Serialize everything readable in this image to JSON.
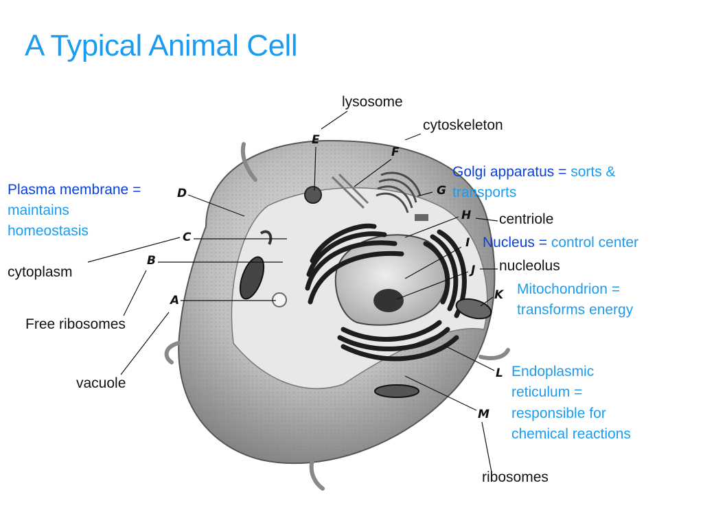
{
  "title": "A Typical Animal Cell",
  "letters": {
    "A": "A",
    "B": "B",
    "C": "C",
    "D": "D",
    "E": "E",
    "F": "F",
    "G": "G",
    "H": "H",
    "I": "I",
    "J": "J",
    "K": "K",
    "L": "L",
    "M": "M"
  },
  "labels": {
    "lysosome": "lysosome",
    "cytoskeleton": "cytoskeleton",
    "golgi_term": "Golgi apparatus =",
    "golgi_def_1": "sorts &",
    "golgi_def_2": "transports",
    "plasma_term": "Plasma membrane =",
    "plasma_def_1": "maintains",
    "plasma_def_2": "homeostasis",
    "centriole": "centriole",
    "nucleus_term": "Nucleus =",
    "nucleus_def": "control center",
    "cytoplasm": "cytoplasm",
    "nucleolus": "nucleolus",
    "mito_line_1": "Mitochondrion =",
    "mito_line_2": "transforms energy",
    "free_ribosomes": "Free ribosomes",
    "vacuole": "vacuole",
    "er_line_1": "Endoplasmic",
    "er_line_2": "reticulum =",
    "er_line_3": "responsible for",
    "er_line_4": "chemical reactions",
    "ribosomes": "ribosomes"
  },
  "colors": {
    "title": "#1a9cf0",
    "term": "#0b40d8",
    "definition": "#1a9cf0",
    "cell_fill": "#b9b9b9",
    "nucleus_fill": "#d9d9d9",
    "er_fill": "#1d1d1d"
  }
}
